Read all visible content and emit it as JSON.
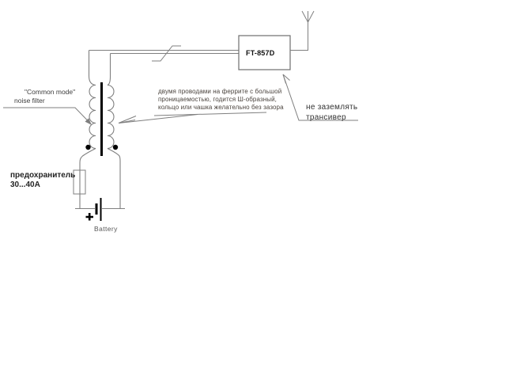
{
  "device": {
    "label": "FT-857D"
  },
  "labels": {
    "common_mode_line1": "\"Common mode\"",
    "common_mode_line2": "noise filter",
    "ferrite_line1": "двумя проводами на феррите с большой",
    "ferrite_line2": "проницаемостью, годится Ш-образный,",
    "ferrite_line3": "кольцо или чашка желательно без зазора",
    "no_ground_line1": "не заземлять",
    "no_ground_line2": "трансивер",
    "fuse_line1": "предохранитель",
    "fuse_line2": "30...40А",
    "battery": "Battery",
    "battery_plus": "+"
  },
  "icons": {
    "antenna": "antenna-icon",
    "cable_slash": "cable-slash-icon",
    "choke": "common-mode-choke-symbol",
    "fuse": "fuse-symbol",
    "battery": "battery-symbol"
  },
  "colors": {
    "background": "#ffffff",
    "wire": "#7f7f7f",
    "ink": "#000000",
    "box_border": "#6f6f6f",
    "annotation_text": "#4b443e"
  }
}
